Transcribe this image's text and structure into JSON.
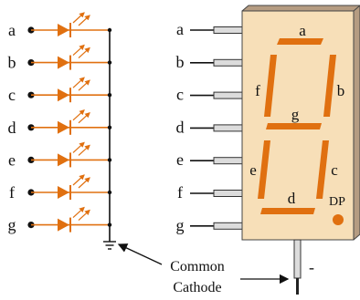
{
  "colors": {
    "orange": "#E07010",
    "body_fill": "#F7DFB8",
    "body_shadow": "#B59C82",
    "wire": "#111111"
  },
  "diode_labels": [
    "a",
    "b",
    "c",
    "d",
    "e",
    "f",
    "g"
  ],
  "pin_labels": [
    "a",
    "b",
    "c",
    "d",
    "e",
    "f",
    "g"
  ],
  "segment_labels": {
    "a": "a",
    "b": "b",
    "c": "c",
    "d": "d",
    "e": "e",
    "f": "f",
    "g": "g",
    "dp": "DP"
  },
  "annotation": {
    "line1": "Common",
    "line2": "Cathode",
    "minus": "-"
  }
}
